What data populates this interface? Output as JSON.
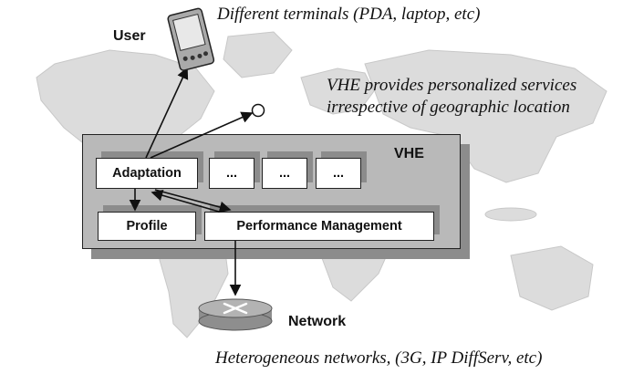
{
  "labels": {
    "user": "User",
    "terminals_caption": "Different terminals (PDA, laptop, etc)",
    "vhe_caption_line1": "VHE provides personalized services",
    "vhe_caption_line2": "irrespective of geographic location",
    "vhe": "VHE",
    "network": "Network",
    "networks_caption": "Heterogeneous networks, (3G, IP DiffServ, etc)"
  },
  "boxes": {
    "adaptation": "Adaptation",
    "placeholder_1": "...",
    "placeholder_2": "...",
    "placeholder_3": "...",
    "profile": "Profile",
    "performance_management": "Performance Management"
  },
  "colors": {
    "world_map": "#dcdcdc",
    "vhe_panel": "#b9b9b9",
    "box_shadow": "#8c8c8c",
    "lines": "#111111"
  }
}
